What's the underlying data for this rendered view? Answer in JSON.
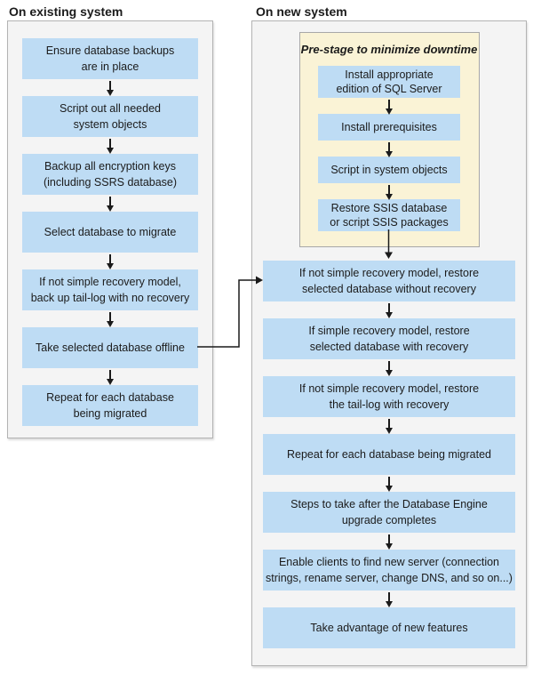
{
  "colors": {
    "box_blue": "#bedcf4",
    "panel_bg": "#f4f4f4",
    "panel_border": "#b3b3b3",
    "yellow_bg": "#faf3d6",
    "yellow_border": "#a8a8a8",
    "text": "#1b1b1b",
    "arrow": "#1a1a1a",
    "page_bg": "#ffffff"
  },
  "existing": {
    "title": "On existing system",
    "steps": [
      "Ensure database backups\nare in place",
      "Script out all needed\nsystem objects",
      "Backup all encryption keys\n(including SSRS database)",
      "Select database to migrate",
      "If not simple recovery model,\nback up tail-log with no recovery",
      "Take selected database offline",
      "Repeat for each database\nbeing migrated"
    ]
  },
  "new_system": {
    "title": "On new system",
    "prestage": {
      "title": "Pre-stage to minimize downtime",
      "steps": [
        "Install appropriate\nedition of SQL Server",
        "Install prerequisites",
        "Script in system objects",
        "Restore SSIS database\nor script SSIS packages"
      ]
    },
    "steps": [
      "If not simple recovery model, restore\nselected database without recovery",
      "If simple recovery model, restore\nselected database with recovery",
      "If not simple recovery model, restore\nthe tail-log with recovery",
      "Repeat for each database being migrated",
      "Steps to take after the Database Engine\nupgrade completes",
      "Enable clients to find new server (connection\nstrings, rename server, change DNS, and so on...)",
      "Take advantage of new features"
    ]
  }
}
